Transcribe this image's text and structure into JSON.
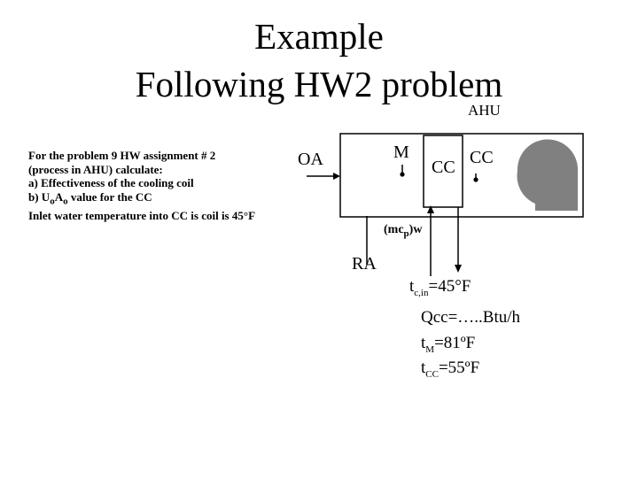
{
  "title": {
    "line1": "Example",
    "line2": "Following HW2 problem"
  },
  "problem": {
    "line1": "For the problem 9 HW assignment # 2",
    "line2": "(process in AHU)  calculate:",
    "line3": "a) Effectiveness of the cooling coil",
    "line4_prefix": "b) U",
    "line4_sub1": "o",
    "line4_mid": "A",
    "line4_sub2": "o",
    "line4_suffix": " value for the CC",
    "line5": "Inlet water temperature into CC is coil is 45°F"
  },
  "diagram": {
    "ahu_label": "AHU",
    "oa_label": "OA",
    "m_label": "M",
    "cc_label_inside": "CC",
    "cc_label_right": "CC",
    "ra_label": "RA",
    "water_flow_prefix": "(mc",
    "water_flow_sub": "p",
    "water_flow_suffix": ")w",
    "tc_in_prefix": "t",
    "tc_in_sub": "c,in",
    "tc_in_value": "=45°F"
  },
  "results": {
    "qcc": "Qcc=…..Btu/h",
    "tm_prefix": "t",
    "tm_sub": "M",
    "tm_value": "=81ºF",
    "tcc_prefix": "t",
    "tcc_sub": "CC",
    "tcc_value": "=55ºF"
  }
}
